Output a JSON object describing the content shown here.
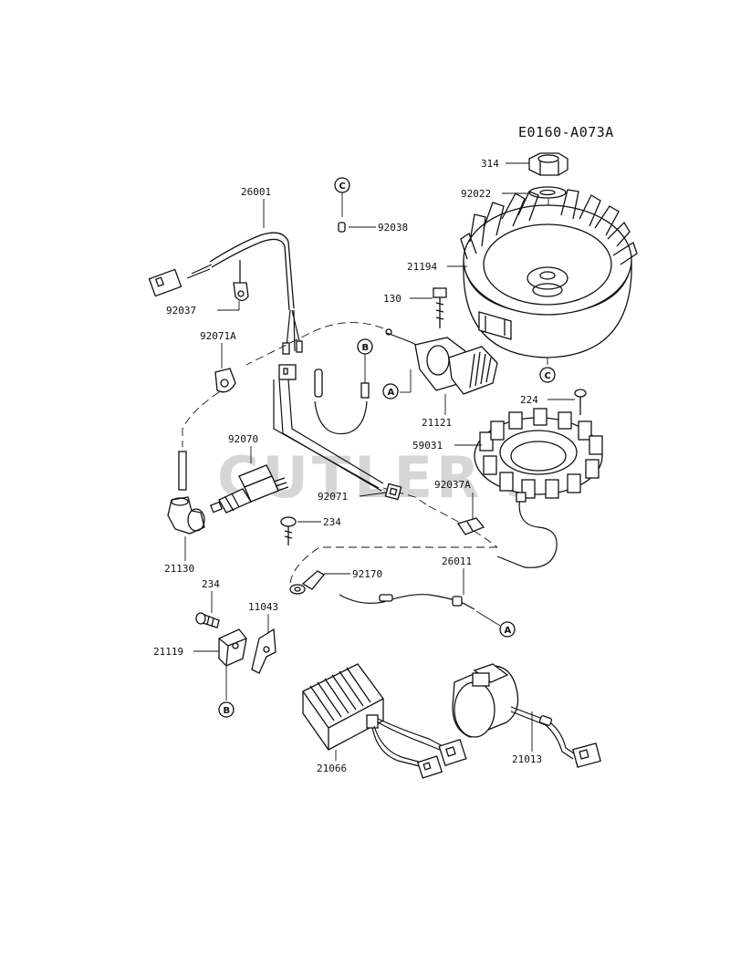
{
  "diagram": {
    "reference_code": "E0160-A073A",
    "watermark": "CUTLER'S",
    "callouts": {
      "a": "A",
      "b": "B",
      "c": "C"
    },
    "part_labels": {
      "p314": "314",
      "p92022": "92022",
      "p21194": "21194",
      "p130": "130",
      "p26001": "26001",
      "p92038": "92038",
      "p92037": "92037",
      "p92071A": "92071A",
      "p21121": "21121",
      "p224": "224",
      "p59031": "59031",
      "p92070": "92070",
      "p92071": "92071",
      "p92037A": "92037A",
      "p234a": "234",
      "p21130": "21130",
      "p92170": "92170",
      "p26011": "26011",
      "p234b": "234",
      "p11043": "11043",
      "p21119": "21119",
      "p21066": "21066",
      "p21013": "21013"
    }
  }
}
